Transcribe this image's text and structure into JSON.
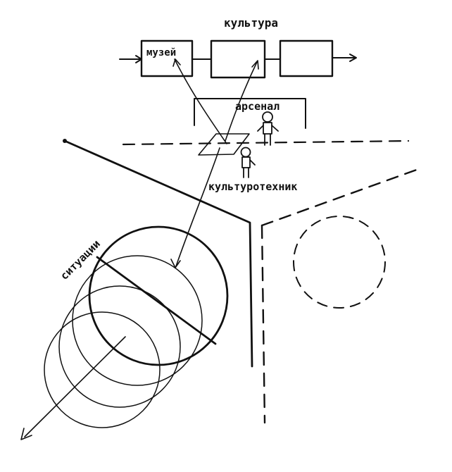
{
  "labels": {
    "culture": "культура",
    "museum": "музей",
    "arsenal": "арсенал",
    "culturotechnician": "культуротехник",
    "situations": "ситуации"
  },
  "colors": {
    "ink": "#111111",
    "paper": "#ffffff"
  }
}
